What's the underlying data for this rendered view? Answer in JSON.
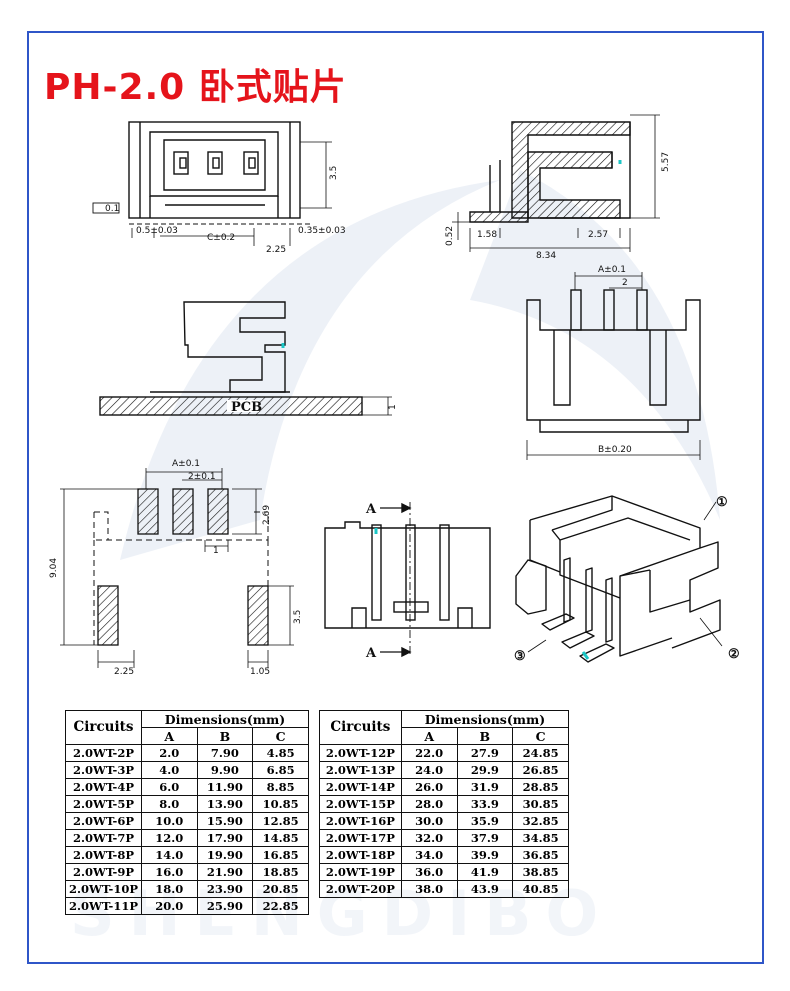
{
  "title": "PH-2.0 卧式贴片",
  "watermark": {
    "text": "SHENGDIBO",
    "color": "#dfe6f1"
  },
  "colors": {
    "frame": "#2f56c8",
    "title": "#e5141b",
    "line": "#111111",
    "accent": "#1bc6c6"
  },
  "top_left_view": {
    "dims": {
      "height": "3.5",
      "left": "0.5±0.03",
      "center": "C±0.2",
      "right": "0.35±0.03",
      "bottom": "2.25"
    },
    "flatness": "0.1"
  },
  "top_right_view": {
    "dims": {
      "height": "5.57",
      "lift": "0.52",
      "foot": "1.58",
      "pin": "2.57",
      "length": "8.34"
    }
  },
  "middle_left_view": {
    "pcb_label": "PCB",
    "dim": "1"
  },
  "middle_right_view": {
    "dims": {
      "pitch_a": "A±0.1",
      "pitch": "2",
      "width_b": "B±0.20"
    }
  },
  "footprint_view": {
    "dims": {
      "a": "A±0.1",
      "pitch": "2±0.1",
      "pad": "2.69",
      "gap": "1",
      "height": "9.04",
      "side": "3.5",
      "offset": "2.25",
      "side_w": "1.05"
    }
  },
  "section_view": {
    "label_a_top": "A",
    "label_a_bottom": "A"
  },
  "iso_view": {
    "callout_1": "①",
    "callout_2": "②",
    "callout_3": "③"
  },
  "table_left": {
    "headers": {
      "circuits": "Circuits",
      "dimensions": "Dimensions(mm)",
      "a": "A",
      "b": "B",
      "c": "C"
    },
    "rows": [
      [
        "2.0WT-2P",
        "2.0",
        "7.90",
        "4.85"
      ],
      [
        "2.0WT-3P",
        "4.0",
        "9.90",
        "6.85"
      ],
      [
        "2.0WT-4P",
        "6.0",
        "11.90",
        "8.85"
      ],
      [
        "2.0WT-5P",
        "8.0",
        "13.90",
        "10.85"
      ],
      [
        "2.0WT-6P",
        "10.0",
        "15.90",
        "12.85"
      ],
      [
        "2.0WT-7P",
        "12.0",
        "17.90",
        "14.85"
      ],
      [
        "2.0WT-8P",
        "14.0",
        "19.90",
        "16.85"
      ],
      [
        "2.0WT-9P",
        "16.0",
        "21.90",
        "18.85"
      ],
      [
        "2.0WT-10P",
        "18.0",
        "23.90",
        "20.85"
      ],
      [
        "2.0WT-11P",
        "20.0",
        "25.90",
        "22.85"
      ]
    ]
  },
  "table_right": {
    "headers": {
      "circuits": "Circuits",
      "dimensions": "Dimensions(mm)",
      "a": "A",
      "b": "B",
      "c": "C"
    },
    "rows": [
      [
        "2.0WT-12P",
        "22.0",
        "27.9",
        "24.85"
      ],
      [
        "2.0WT-13P",
        "24.0",
        "29.9",
        "26.85"
      ],
      [
        "2.0WT-14P",
        "26.0",
        "31.9",
        "28.85"
      ],
      [
        "2.0WT-15P",
        "28.0",
        "33.9",
        "30.85"
      ],
      [
        "2.0WT-16P",
        "30.0",
        "35.9",
        "32.85"
      ],
      [
        "2.0WT-17P",
        "32.0",
        "37.9",
        "34.85"
      ],
      [
        "2.0WT-18P",
        "34.0",
        "39.9",
        "36.85"
      ],
      [
        "2.0WT-19P",
        "36.0",
        "41.9",
        "38.85"
      ],
      [
        "2.0WT-20P",
        "38.0",
        "43.9",
        "40.85"
      ]
    ]
  }
}
